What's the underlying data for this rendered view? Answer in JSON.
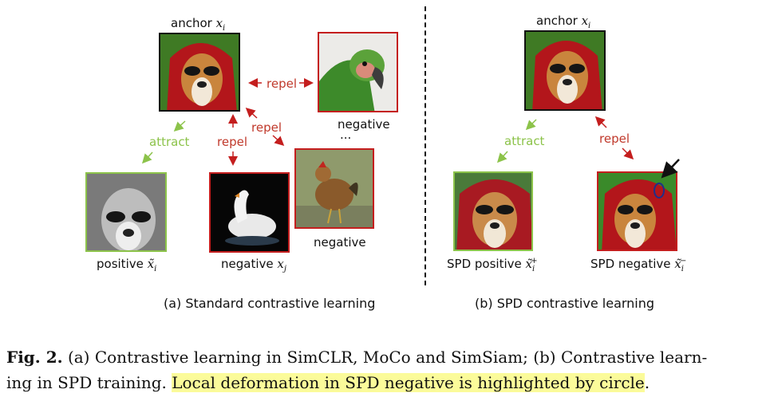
{
  "left": {
    "anchor_label": "anchor ",
    "anchor_var": "x",
    "anchor_sub": "i",
    "repel_top": "repel",
    "repel_diag": "repel",
    "repel_down": "repel",
    "attract": "attract",
    "negative_parrot": "negative",
    "dots": "...",
    "negative_chicken": "negative",
    "positive_label": "positive ",
    "positive_var": "x̃",
    "positive_sub": "i",
    "negative_swan_label": "negative ",
    "negative_swan_var": "x",
    "negative_swan_sub": "j",
    "subtitle": "(a) Standard contrastive learning"
  },
  "right": {
    "anchor_label": "anchor ",
    "anchor_var": "x",
    "anchor_sub": "i",
    "attract": "attract",
    "repel": "repel",
    "spd_pos_label": "SPD positive ",
    "spd_pos_var": "x̃",
    "spd_pos_sub": "i",
    "spd_pos_sup": "+",
    "spd_neg_label": "SPD negative ",
    "spd_neg_var": "x̃",
    "spd_neg_sub": "i",
    "spd_neg_sup": "−",
    "subtitle": "(b) SPD contrastive learning"
  },
  "caption": {
    "fig": "Fig. 2.",
    "text": " (a) Contrastive learning in SimCLR, MoCo and SimSiam; (b) Contrastive learn-",
    "line2": "ing in SPD training. ",
    "highlight": "Local deformation in SPD negative is highlighted by circle",
    "end": "."
  },
  "colors": {
    "repel": "#c41e1e",
    "attract": "#8cc34a",
    "anchor_border": "#111111"
  }
}
